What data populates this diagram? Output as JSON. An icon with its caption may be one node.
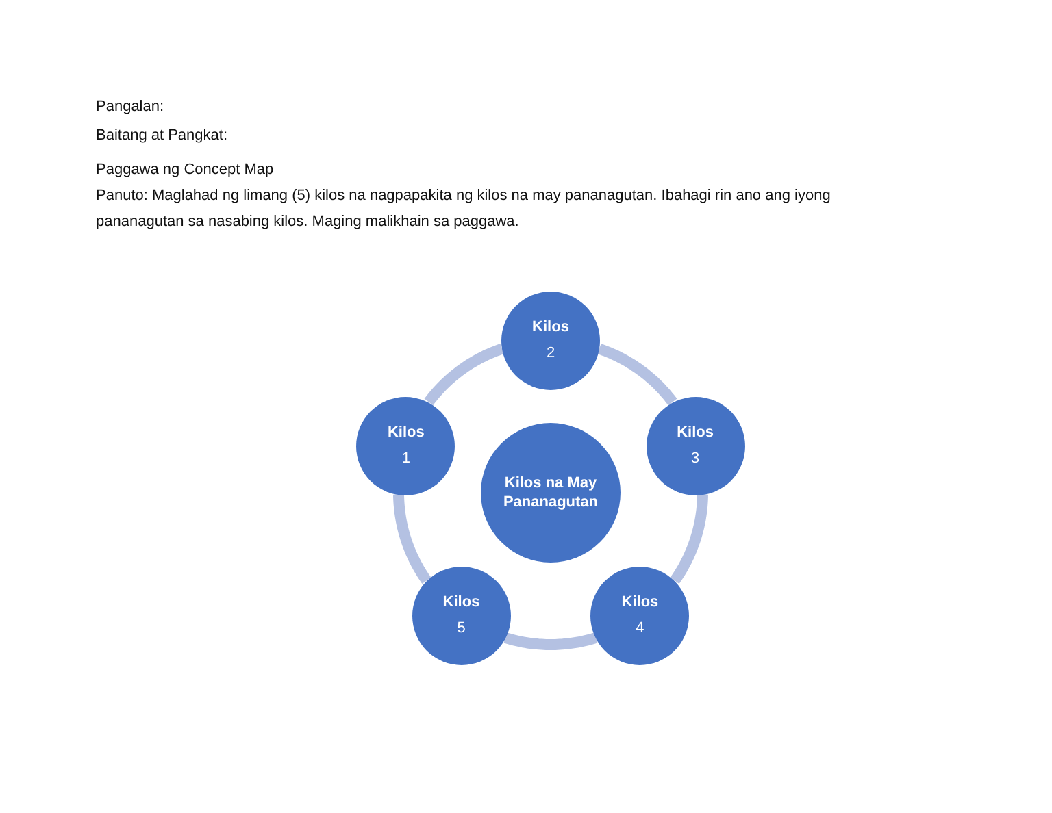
{
  "diagram": {
    "nodes": [
      {
        "text": [
          "Kilos na May Pananagutan"
        ]
      },
      {
        "text": [
          "Kilos",
          "1"
        ]
      },
      {
        "text": [
          "Kilos",
          "2"
        ]
      },
      {
        "text": [
          "Kilos",
          "3"
        ]
      },
      {
        "text": [
          "Kilos",
          "4"
        ]
      },
      {
        "text": [
          "Kilos",
          "5"
        ]
      }
    ],
    "edges": [
      {
        "from": 1,
        "to": 2,
        "arrow": "none"
      },
      {
        "from": 2,
        "to": 3,
        "arrow": "none"
      },
      {
        "from": 3,
        "to": 4,
        "arrow": "none"
      },
      {
        "from": 4,
        "to": 5,
        "arrow": "none"
      },
      {
        "from": 5,
        "to": 1,
        "arrow": "none"
      }
    ],
    "labels": [
      "Pangalan:",
      "Baitang at Pangkat:",
      "Paggawa ng Concept Map",
      "Panuto: Maglahad ng limang (5) kilos na nagpapakita ng kilos na may pananagutan. Ibahagi rin ano ang iyong pananagutan sa nasabing kilos. Maging malikhain sa paggawa."
    ]
  }
}
